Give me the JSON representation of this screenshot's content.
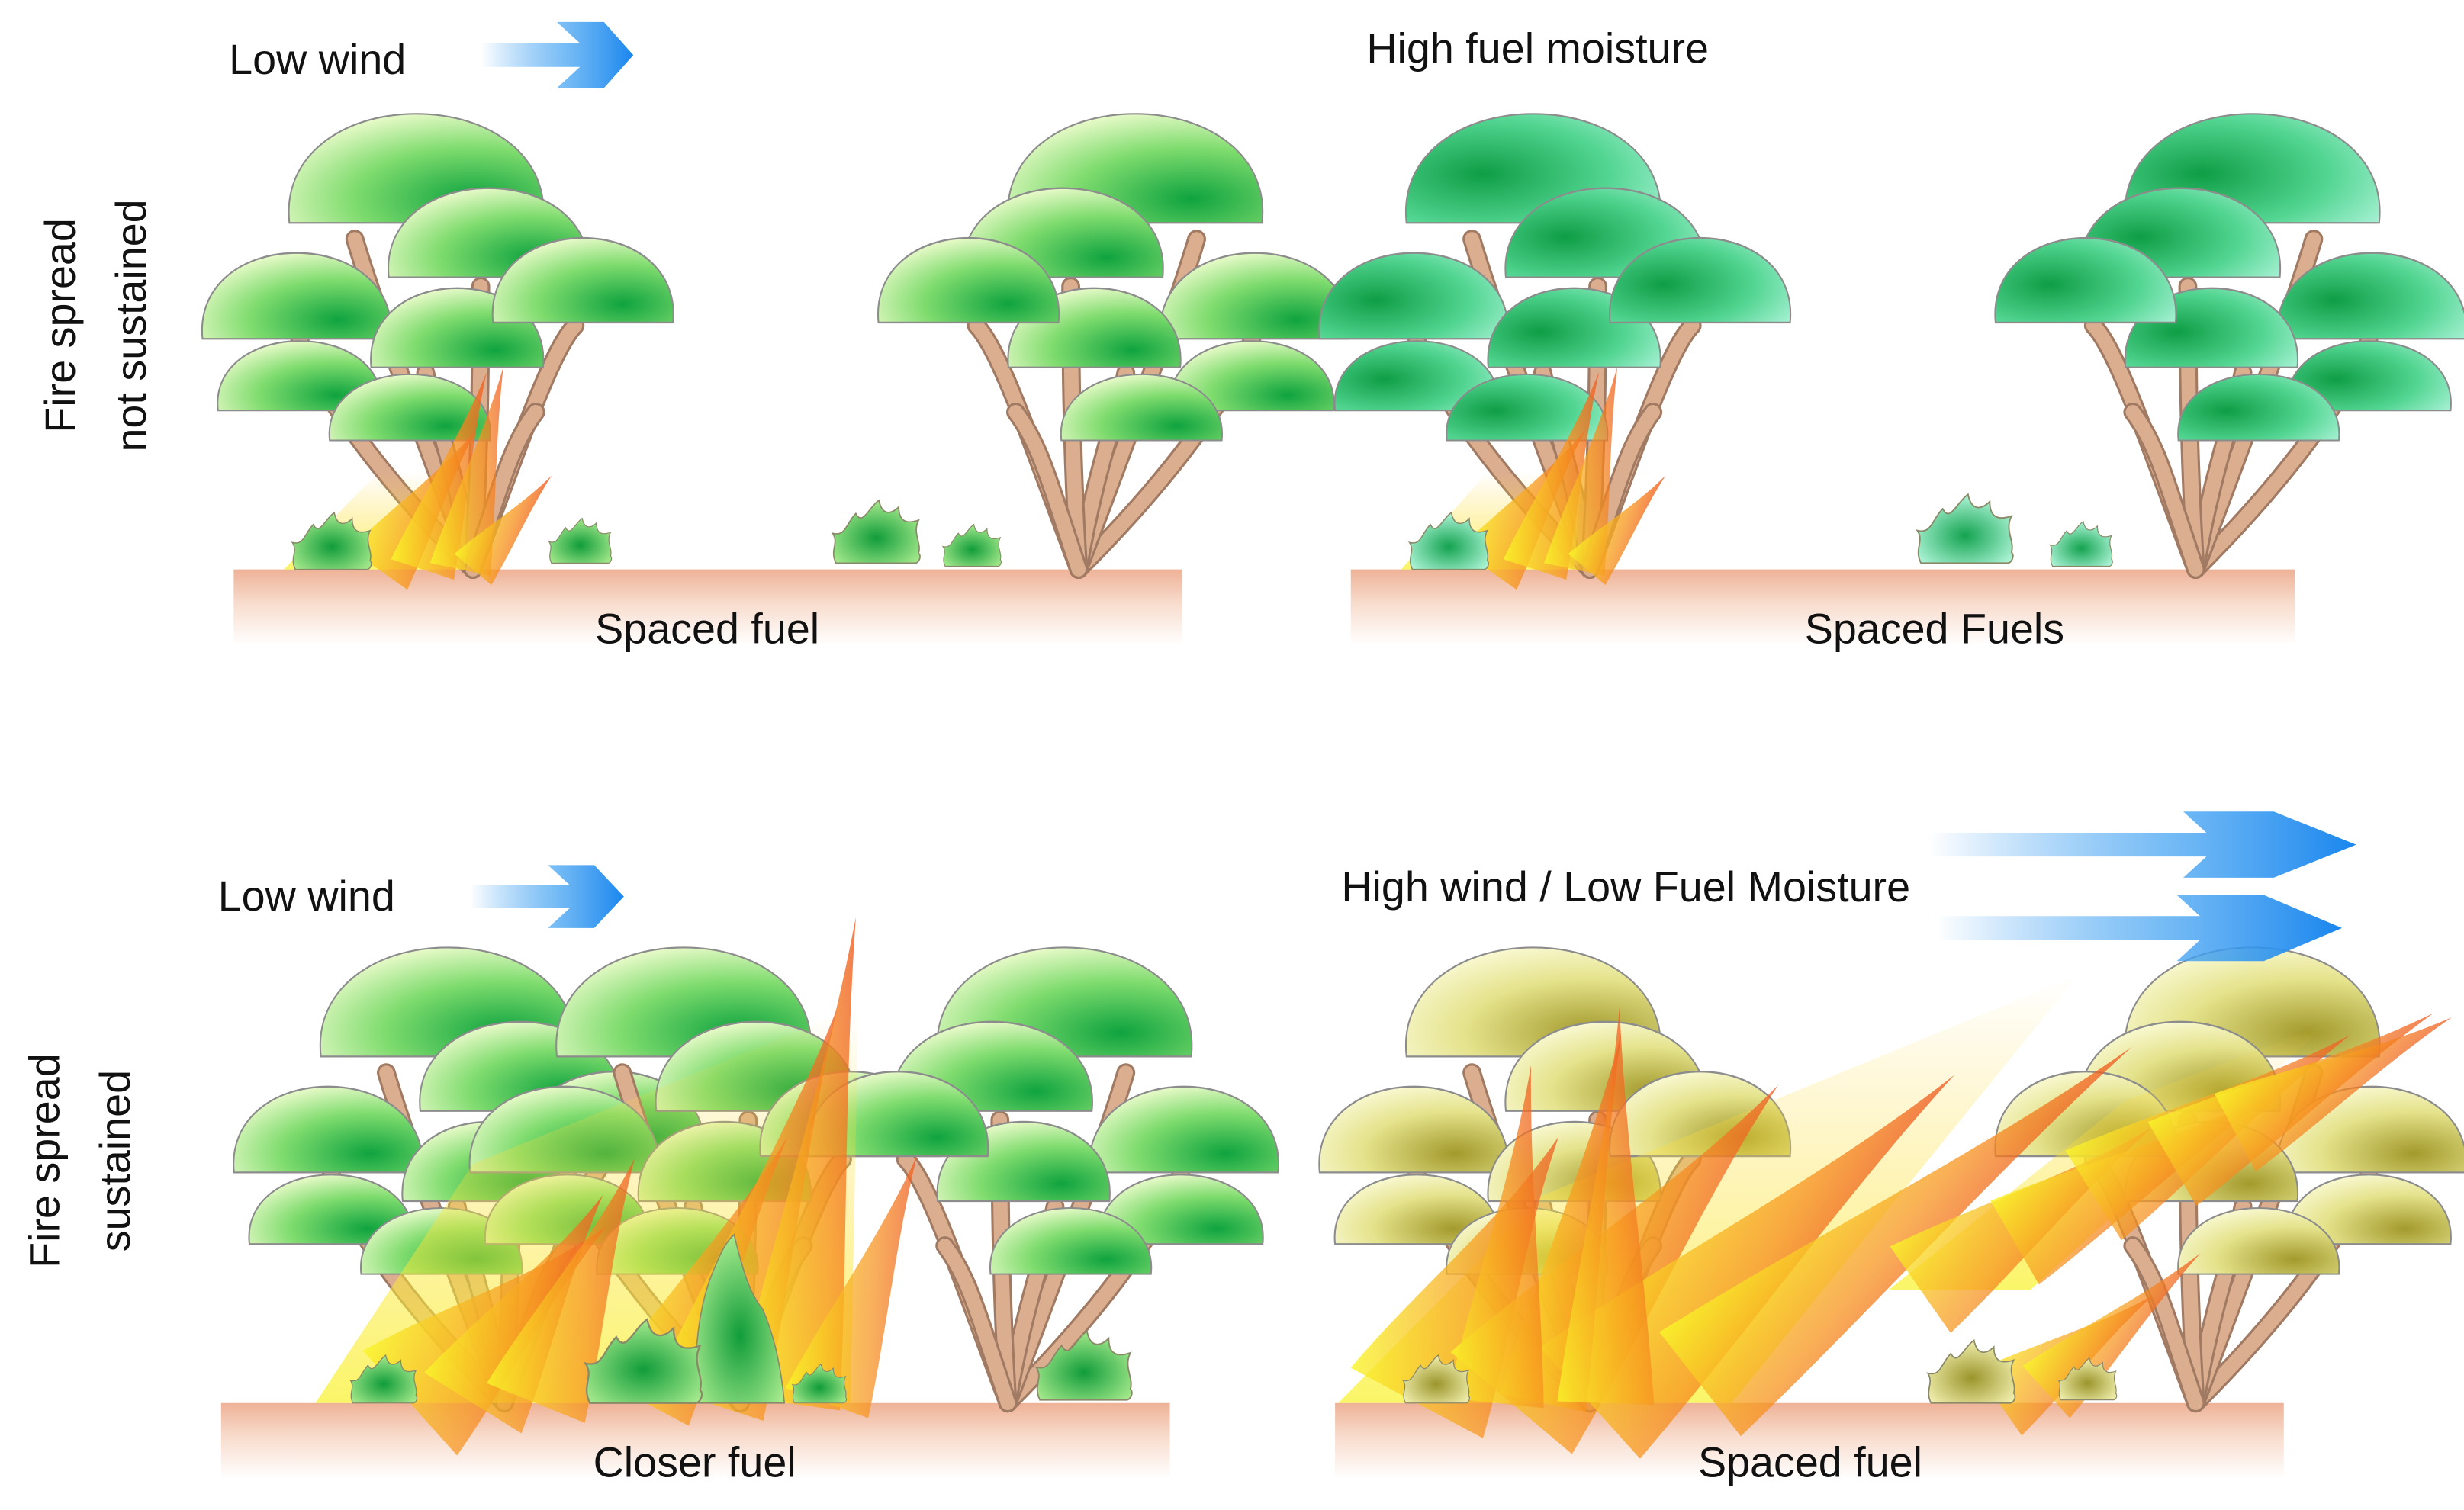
{
  "row_labels": {
    "top_line1": "Fire spread",
    "top_line2": "not sustained",
    "bottom_line1": "Fire spread",
    "bottom_line2": "sustained"
  },
  "panels": {
    "top_left": {
      "condition": "Low wind",
      "ground": "Spaced fuel"
    },
    "top_right": {
      "condition": "High fuel moisture",
      "ground": "Spaced Fuels"
    },
    "bottom_left": {
      "condition": "Low wind",
      "ground": "Closer fuel"
    },
    "bottom_right": {
      "condition": "High wind / Low Fuel Moisture",
      "ground": "Spaced fuel"
    }
  },
  "colors": {
    "tree_green_light": "#e9fbcf",
    "tree_green": "#24b84a",
    "tree_moist_light": "#a9f5d9",
    "tree_moist": "#14a24a",
    "tree_dry_light": "#fbfbcf",
    "tree_dry": "#a8a236",
    "trunk": "#dba888",
    "ground": "#f0b9a0",
    "flame_red": "#e8352a",
    "flame_orange": "#f58a1f",
    "flame_yellow": "#f7ee2a",
    "wind_arrow": "#1e8ff0"
  },
  "icons": [
    "tree-icon",
    "shrub-icon",
    "flame-icon",
    "wind-arrow-icon",
    "ground-strip"
  ]
}
